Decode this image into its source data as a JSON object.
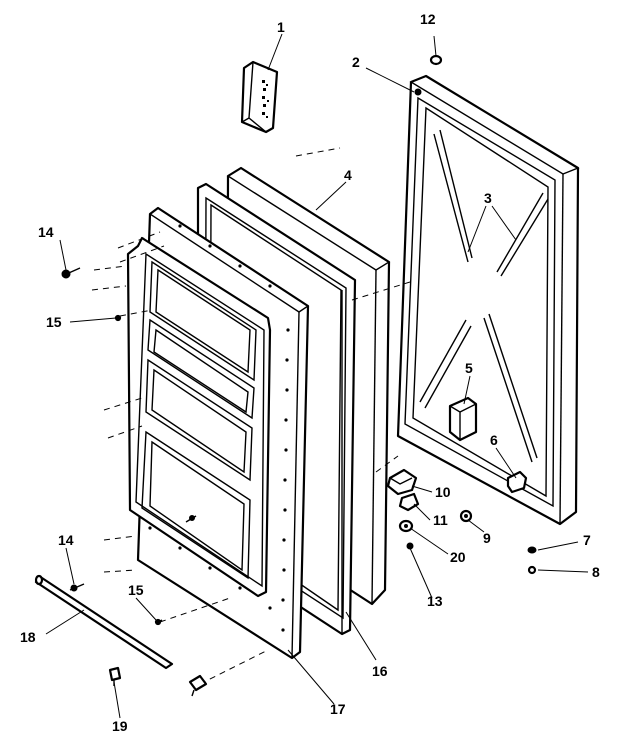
{
  "callouts": {
    "c1": "1",
    "c2": "2",
    "c3": "3",
    "c4": "4",
    "c5": "5",
    "c6": "6",
    "c7": "7",
    "c8": "8",
    "c9": "9",
    "c10": "10",
    "c11": "11",
    "c12": "12",
    "c13": "13",
    "c14a": "14",
    "c14b": "14",
    "c15a": "15",
    "c15b": "15",
    "c16": "16",
    "c17": "17",
    "c18": "18",
    "c19": "19",
    "c20": "20"
  }
}
